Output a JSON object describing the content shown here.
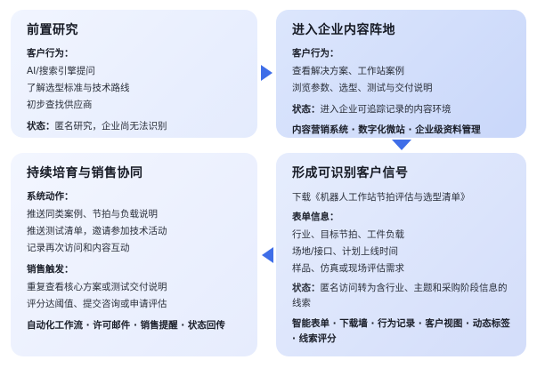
{
  "stage1": {
    "title": "前置研究",
    "behavior_label": "客户行为：",
    "behaviors": [
      "AI/搜索引擎提问",
      "了解选型标准与技术路线",
      "初步查找供应商"
    ],
    "status_label": "状态：",
    "status_text": "匿名研究，企业尚无法识别"
  },
  "stage2": {
    "title": "进入企业内容阵地",
    "behavior_label": "客户行为：",
    "behaviors": [
      "查看解决方案、工作站案例",
      "浏览参数、选型、测试与交付说明"
    ],
    "status_label": "状态：",
    "status_text": "进入企业可追踪记录的内容环境",
    "tools": "内容营销系统 · 数字化微站 · 企业级资料管理"
  },
  "stage3": {
    "title": "形成可识别客户信号",
    "download": "下载《机器人工作站节拍评估与选型清单》",
    "form_label": "表单信息：",
    "form_items": [
      "行业、目标节拍、工件负载",
      "场地/接口、计划上线时间",
      "样品、仿真或现场评估需求"
    ],
    "status_label": "状态：",
    "status_text": "匿名访问转为含行业、主题和采购阶段信息的线索",
    "tools": "智能表单 · 下载墙 · 行为记录 · 客户视图 · 动态标签 · 线索评分"
  },
  "stage4": {
    "title": "持续培育与销售协同",
    "system_label": "系统动作：",
    "system_actions": [
      "推送同类案例、节拍与负载说明",
      "推送测试清单，邀请参加技术活动",
      "记录再次访问和内容互动"
    ],
    "trigger_label": "销售触发：",
    "triggers": [
      "重复查看核心方案或测试交付说明",
      "评分达阈值、提交咨询或申请评估"
    ],
    "tools": "自动化工作流 · 许可邮件 · 销售提醒 · 状态回传"
  },
  "colors": {
    "arrow": "#3f6ee8"
  }
}
